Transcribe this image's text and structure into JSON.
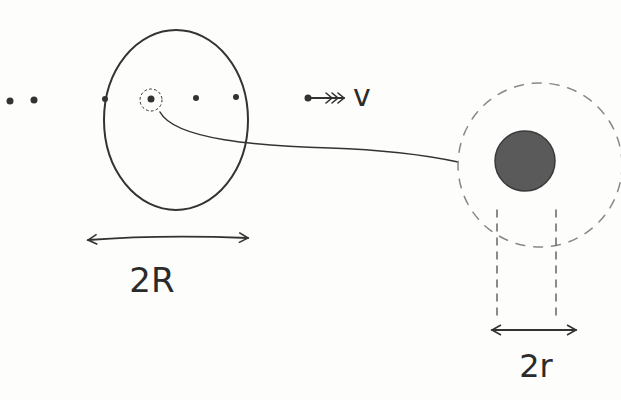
{
  "diagram": {
    "labels": [
      "v",
      "2R",
      "2r"
    ]
  }
}
